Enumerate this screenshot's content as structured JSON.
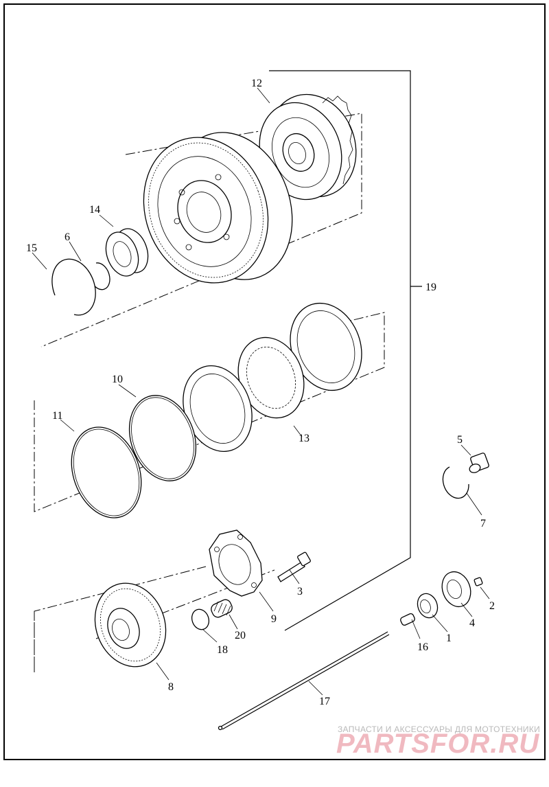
{
  "callouts": [
    {
      "id": "1",
      "label": "1"
    },
    {
      "id": "2",
      "label": "2"
    },
    {
      "id": "3",
      "label": "3"
    },
    {
      "id": "4",
      "label": "4"
    },
    {
      "id": "5",
      "label": "5"
    },
    {
      "id": "6",
      "label": "6"
    },
    {
      "id": "7",
      "label": "7"
    },
    {
      "id": "8",
      "label": "8"
    },
    {
      "id": "9",
      "label": "9"
    },
    {
      "id": "10",
      "label": "10"
    },
    {
      "id": "11",
      "label": "11"
    },
    {
      "id": "12",
      "label": "12"
    },
    {
      "id": "13",
      "label": "13"
    },
    {
      "id": "14",
      "label": "14"
    },
    {
      "id": "15",
      "label": "15"
    },
    {
      "id": "16",
      "label": "16"
    },
    {
      "id": "17",
      "label": "17"
    },
    {
      "id": "18",
      "label": "18"
    },
    {
      "id": "19",
      "label": "19"
    },
    {
      "id": "20",
      "label": "20"
    }
  ],
  "watermark": {
    "subtitle": "ЗАПЧАСТИ И АКСЕССУАРЫ ДЛЯ МОТОТЕХНИКИ",
    "brand": "PARTSFOR.RU"
  },
  "colors": {
    "line": "#000000",
    "background": "#ffffff",
    "watermark_brand": "#f0b9c0",
    "watermark_text": "#b9b9b9"
  }
}
